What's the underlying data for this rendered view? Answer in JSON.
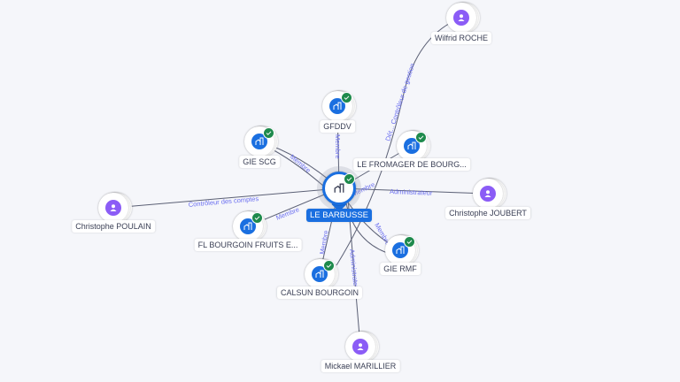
{
  "center": {
    "name": "LE BARBUSSE",
    "icon": "building-icon",
    "verified": true
  },
  "nodes": [
    {
      "id": "wilfrid",
      "name": "Wilfrid ROCHE",
      "type": "person"
    },
    {
      "id": "gfddv",
      "name": "GFDDV",
      "type": "company",
      "verified": true
    },
    {
      "id": "giescg",
      "name": "GIE SCG",
      "type": "company",
      "verified": true
    },
    {
      "id": "fromager",
      "name": "LE FROMAGER DE BOURG...",
      "type": "company",
      "verified": true
    },
    {
      "id": "joubert",
      "name": "Christophe JOUBERT",
      "type": "person"
    },
    {
      "id": "poulain",
      "name": "Christophe POULAIN",
      "type": "person"
    },
    {
      "id": "flbourgoin",
      "name": "FL BOURGOIN FRUITS E...",
      "type": "company",
      "verified": true
    },
    {
      "id": "giermf",
      "name": "GIE RMF",
      "type": "company",
      "verified": true
    },
    {
      "id": "calsun",
      "name": "CALSUN BOURGOIN",
      "type": "company",
      "verified": true
    },
    {
      "id": "mickael",
      "name": "Mickael MARILLIER",
      "type": "person"
    }
  ],
  "edges": [
    {
      "to": "wilfrid",
      "label": "Dét... Contrôleur de gestion"
    },
    {
      "to": "gfddv",
      "label": "Membre"
    },
    {
      "to": "giescg",
      "label": "Membre"
    },
    {
      "to": "fromager",
      "label": "Membre"
    },
    {
      "to": "joubert",
      "label": "Administrateur"
    },
    {
      "to": "poulain",
      "label": "Contrôleur des comptes"
    },
    {
      "to": "flbourgoin",
      "label": "Membre"
    },
    {
      "to": "calsun",
      "label": "Membre"
    },
    {
      "to": "mickael",
      "label": "Administrateur"
    },
    {
      "to": "giermf",
      "label": "Membre"
    }
  ],
  "colors": {
    "company": "#1a6fe0",
    "person": "#8b5cf6",
    "verified": "#1e8a4c",
    "edge": "#5b6075",
    "edge_label": "#6b6ff0"
  }
}
